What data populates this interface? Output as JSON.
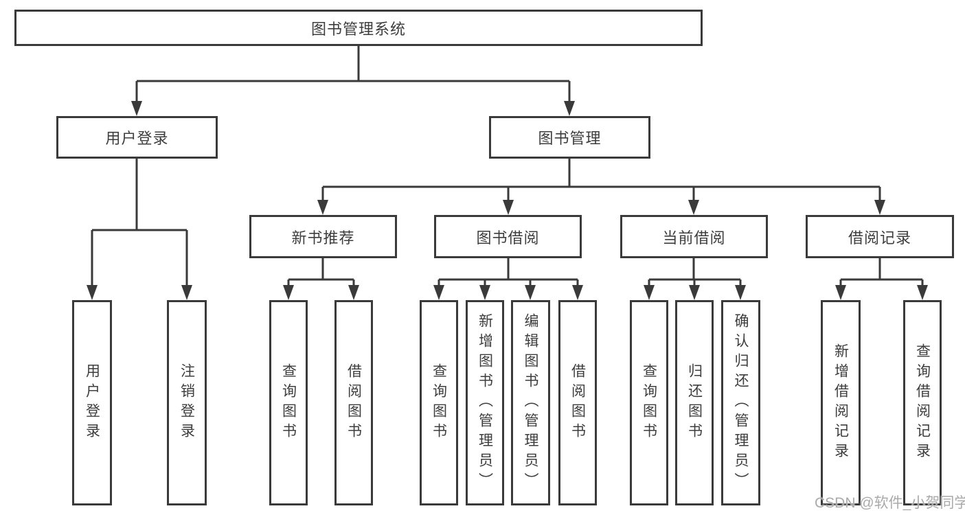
{
  "tree": {
    "label": "图书管理系统",
    "children": [
      {
        "label": "用户登录",
        "children": [
          {
            "label": "用户登录"
          },
          {
            "label": "注销登录"
          }
        ]
      },
      {
        "label": "图书管理",
        "children": [
          {
            "label": "新书推荐",
            "children": [
              {
                "label": "查询图书"
              },
              {
                "label": "借阅图书"
              }
            ]
          },
          {
            "label": "图书借阅",
            "children": [
              {
                "label": "查询图书"
              },
              {
                "label": "新增图书（管理员）"
              },
              {
                "label": "编辑图书（管理员）"
              },
              {
                "label": "借阅图书"
              }
            ]
          },
          {
            "label": "当前借阅",
            "children": [
              {
                "label": "查询图书"
              },
              {
                "label": "归还图书"
              },
              {
                "label": "确认归还（管理员）"
              }
            ]
          },
          {
            "label": "借阅记录",
            "children": [
              {
                "label": "新增借阅记录"
              },
              {
                "label": "查询借阅记录"
              }
            ]
          }
        ]
      }
    ]
  },
  "watermark": {
    "text": "CSDN @软件_小贺同学"
  },
  "colors": {
    "line": "#3a3a3a",
    "box_border": "#3a3a3a",
    "text": "#3d3d3d",
    "watermark": "#aaaaaa",
    "background": "#ffffff"
  }
}
